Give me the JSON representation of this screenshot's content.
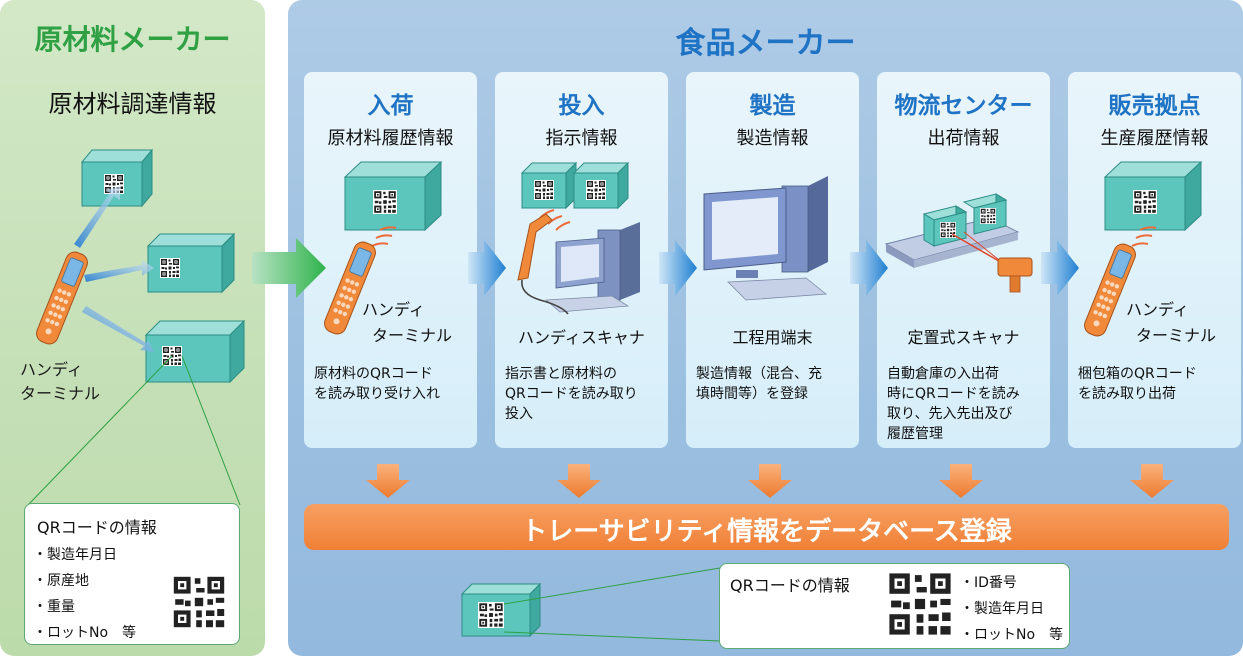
{
  "left_panel": {
    "maker": "原材料メーカー",
    "subtitle": "原材料調達情報",
    "device_line1": "ハンディ",
    "device_line2": "ターミナル",
    "qr_box": {
      "title": "QRコードの情報",
      "items": [
        "・製造年月日",
        "・原産地",
        "・重量",
        "・ロットNo　等"
      ]
    }
  },
  "right_panel": {
    "maker": "食品メーカー",
    "stages": [
      {
        "title": "入荷",
        "subtitle": "原材料履歴情報",
        "device": [
          "ハンディ",
          "ターミナル"
        ],
        "description": "原材料のQRコード\nを読み取り受け入れ"
      },
      {
        "title": "投入",
        "subtitle": "指示情報",
        "device": [
          "ハンディスキャナ"
        ],
        "description": "指示書と原材料の\nQRコードを読み取り\n投入"
      },
      {
        "title": "製造",
        "subtitle": "製造情報",
        "device": [
          "工程用端末"
        ],
        "description": "製造情報（混合、充\n填時間等）を登録"
      },
      {
        "title": "物流センター",
        "subtitle": "出荷情報",
        "device": [
          "定置式スキャナ"
        ],
        "description": "自動倉庫の入出荷\n時にQRコードを読み\n取り、先入先出及び\n履歴管理"
      },
      {
        "title": "販売拠点",
        "subtitle": "生産履歴情報",
        "device": [
          "ハンディ",
          "ターミナル"
        ],
        "description": "梱包箱のQRコード\nを読み取り出荷"
      }
    ],
    "database_bar": "トレーサビリティ情報をデータベース登録",
    "qr_box": {
      "title": "QRコードの情報",
      "items": [
        "・ID番号",
        "・製造年月日",
        "・ロットNo　等"
      ]
    }
  },
  "colors": {
    "left_accent": "#2fa043",
    "right_accent": "#1f73c4",
    "box_teal": "#5cc6bd",
    "handheld_orange": "#f08a3a",
    "arrow_blue": "#2a8bd6",
    "arrow_orange": "#ef7f35",
    "database_bar": "#f08036"
  },
  "icons": [
    "cardboard-box-icon",
    "qr-code-icon",
    "handheld-terminal-icon",
    "handheld-scanner-icon",
    "desktop-computer-icon",
    "fixed-scanner-icon",
    "flow-arrow-icon"
  ]
}
